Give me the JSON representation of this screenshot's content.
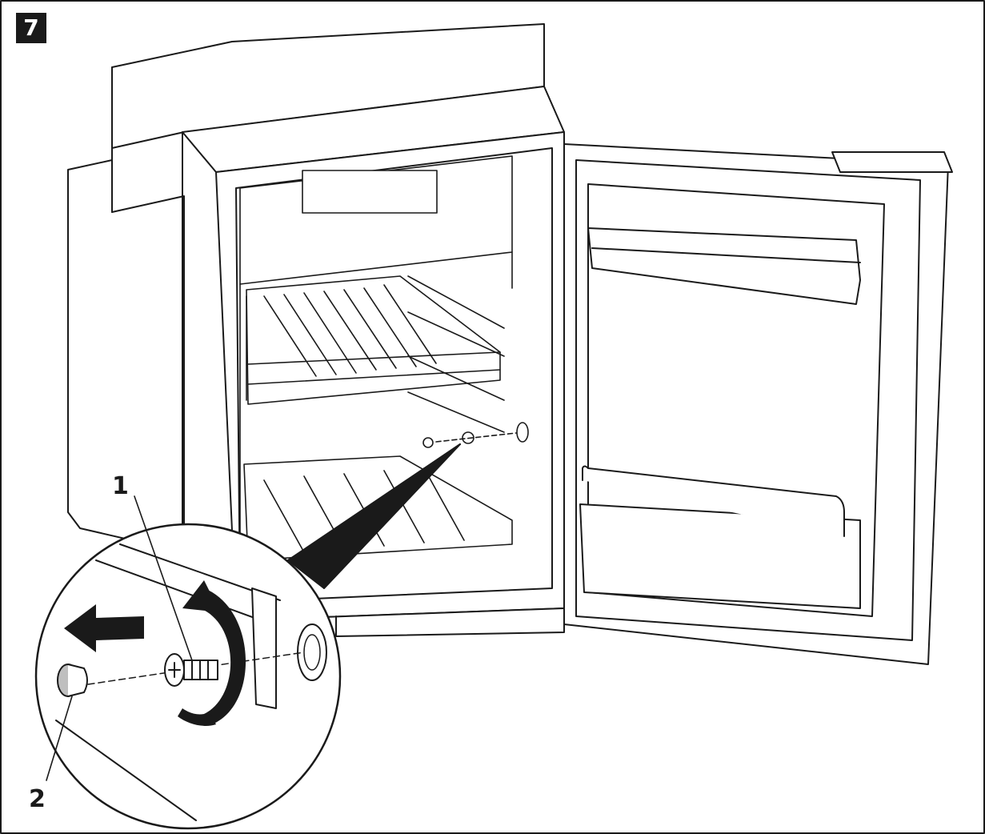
{
  "figure": {
    "step_number": "7",
    "callouts": [
      {
        "label": "1",
        "part": "screw"
      },
      {
        "label": "2",
        "part": "cap"
      }
    ]
  },
  "colors": {
    "line": "#1a1a1a",
    "fill": "#ffffff",
    "badge_bg": "#1a1a1a",
    "badge_text": "#ffffff"
  }
}
